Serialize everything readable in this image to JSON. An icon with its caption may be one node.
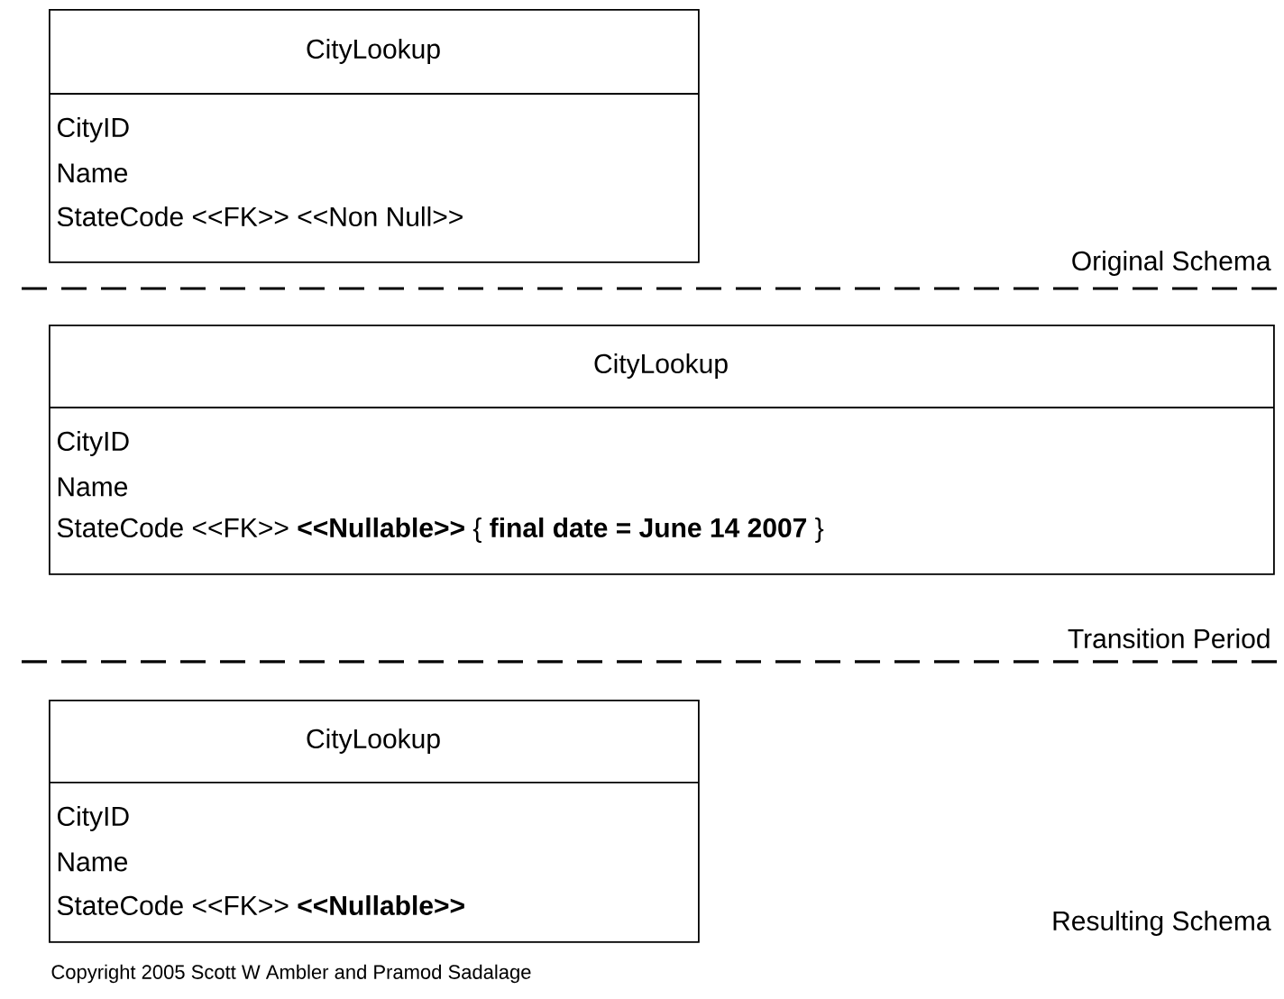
{
  "diagram": {
    "nodes": [
      {
        "text": [
          "CityLookup",
          "CityID",
          "Name",
          "StateCode <<FK>> <<Non Null>>"
        ]
      },
      {
        "text": [
          "CityLookup",
          "CityID",
          "Name",
          "StateCode <<FK>> **<<Nullable>>** { **final date = June 14 2007** }"
        ]
      },
      {
        "text": [
          "CityLookup",
          "CityID",
          "Name",
          "StateCode <<FK>> **<<Nullable>>**"
        ]
      }
    ],
    "labels": [
      "Original Schema",
      "Transition Period",
      "Resulting Schema",
      "Copyright 2005 Scott W Ambler and Pramod Sadalage"
    ]
  }
}
